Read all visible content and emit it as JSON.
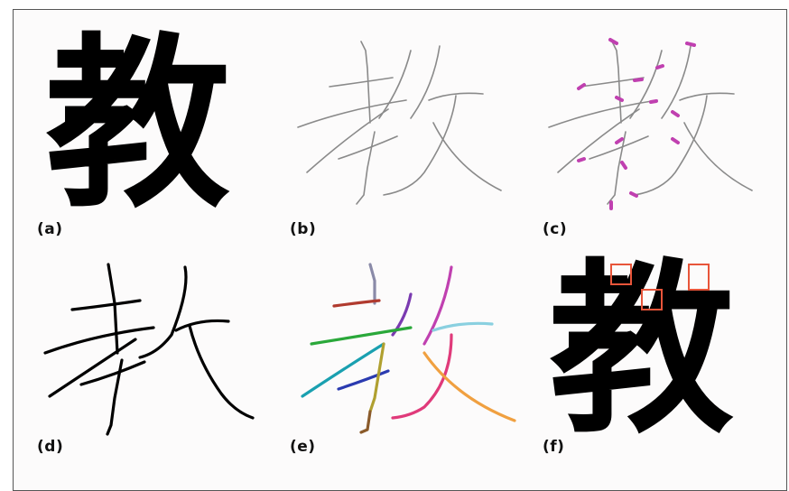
{
  "panels": [
    {
      "id": "a",
      "label": "(a)",
      "character": "教",
      "description": "original glyph"
    },
    {
      "id": "b",
      "label": "(b)",
      "description": "thin skeleton"
    },
    {
      "id": "c",
      "label": "(c)",
      "description": "skeleton with endpoint markers"
    },
    {
      "id": "d",
      "label": "(d)",
      "description": "bold skeleton"
    },
    {
      "id": "e",
      "label": "(e)",
      "description": "colored stroke segments"
    },
    {
      "id": "f",
      "label": "(f)",
      "character": "教",
      "description": "glyph with highlighted regions"
    }
  ],
  "colors": {
    "glyph": "#000000",
    "skeleton_thin": "#8a8a8a",
    "endpoint_marker": "#c040b0",
    "highlight_box": "#e8553a",
    "frame_border": "#555555"
  }
}
